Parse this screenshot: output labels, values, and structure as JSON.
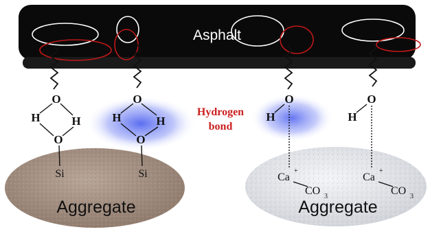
{
  "asphalt": {
    "label": "Asphalt"
  },
  "hydrogen_bond": {
    "line1": "Hydrogen",
    "line2": "bond"
  },
  "left_aggregate": {
    "label": "Aggregate",
    "left_column": {
      "o_top": "O",
      "h_left": "H",
      "h_right": "H",
      "o_bottom": "O",
      "si": "Si"
    },
    "right_column": {
      "o_top": "O",
      "h_left": "H",
      "h_right": "H",
      "o_bottom": "O",
      "si": "Si"
    }
  },
  "right_aggregate": {
    "label": "Aggregate",
    "left_column": {
      "o": "O",
      "h": "H",
      "ca": "Ca",
      "charge": "+",
      "co": "CO",
      "sub": "3"
    },
    "right_column": {
      "o": "O",
      "h": "H",
      "ca": "Ca",
      "charge": "+",
      "co": "CO",
      "sub": "3"
    }
  },
  "colors": {
    "asphalt": "#0a0a0a",
    "bond_text": "#cc1f1f",
    "glow": "#5a6cf0",
    "silica_aggregate": "#a89484",
    "carbonate_aggregate": "#e6e8ec",
    "red_chain": "#c01818"
  }
}
